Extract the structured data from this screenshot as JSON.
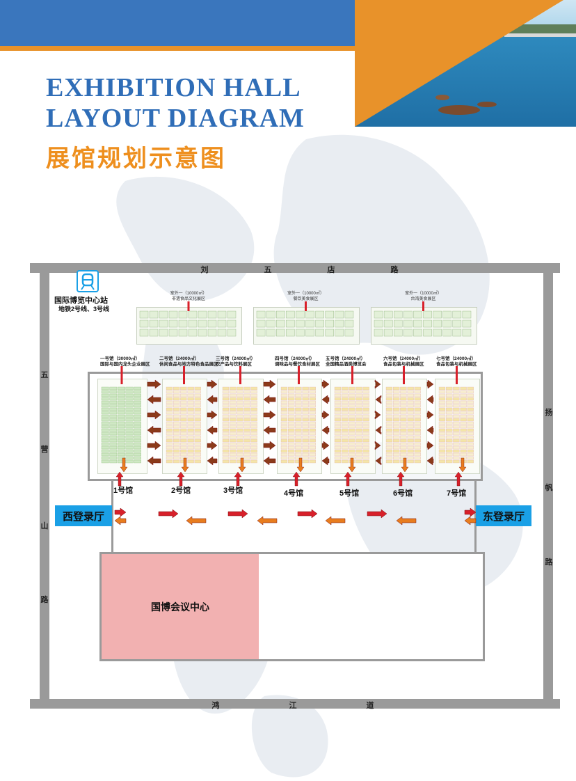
{
  "header": {
    "title_line1": "EXHIBITION HALL",
    "title_line2": "LAYOUT DIAGRAM",
    "title_cn": "展馆规划示意图"
  },
  "roads": {
    "north": [
      "刘",
      "五",
      "店",
      "路"
    ],
    "south": [
      "鸿",
      "江",
      "道"
    ],
    "west": [
      "五",
      "营",
      "山",
      "路"
    ],
    "east": [
      "扬",
      "帆",
      "路"
    ]
  },
  "metro": {
    "icon": "metro-train-icon",
    "station": "国际博览中心站",
    "lines": "地铁2号线、3号线"
  },
  "outdoor_zones": [
    {
      "title": "室外一（10000㎡）",
      "subtitle": "非遗食品文化展区"
    },
    {
      "title": "室外一（10000㎡）",
      "subtitle": "餐饮美食展区"
    },
    {
      "title": "室外一（10000㎡）",
      "subtitle": "台湾美食展区"
    }
  ],
  "halls": [
    {
      "head": "一号馆（30000㎡）",
      "sub": "国际与国内龙头企业展区",
      "label": "1号馆"
    },
    {
      "head": "二号馆（24000㎡）",
      "sub": "休闲食品与地方特色食品展区",
      "label": "2号馆"
    },
    {
      "head": "三号馆（24000㎡）",
      "sub": "农产品与饮料展区",
      "label": "3号馆"
    },
    {
      "head": "四号馆（24000㎡）",
      "sub": "调味品与餐饮食材展区",
      "label": "4号馆"
    },
    {
      "head": "五号馆（24000㎡）",
      "sub": "全国精品酒类博览会",
      "label": "5号馆"
    },
    {
      "head": "六号馆（24000㎡）",
      "sub": "食品包装与机械展区",
      "label": "6号馆"
    },
    {
      "head": "七号馆（24000㎡）",
      "sub": "食品包装与机械展区",
      "label": "7号馆"
    }
  ],
  "registration": {
    "west": "西登录厅",
    "east": "东登录厅"
  },
  "conference": {
    "label": "国博会议中心"
  },
  "colors": {
    "blue": "#3a76bd",
    "orange": "#e8922a",
    "red_arrow": "#d8202a",
    "orange_arrow": "#e87d1e",
    "registration": "#1aa0e6",
    "conference": "#f2b1b1",
    "road": "#9a9a9a"
  }
}
